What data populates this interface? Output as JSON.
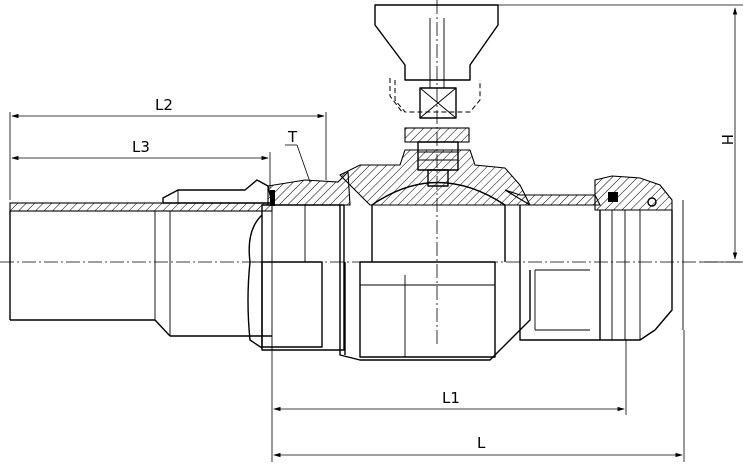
{
  "diagram": {
    "dimension_labels": {
      "L2": "L2",
      "L3": "L3",
      "T": "T",
      "H": "H",
      "L1": "L1",
      "L": "L"
    }
  }
}
